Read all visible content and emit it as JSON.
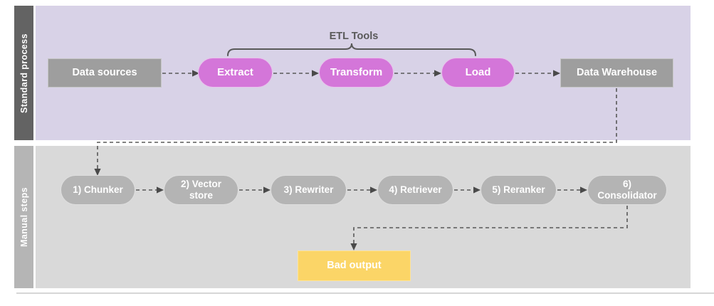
{
  "diagram": {
    "lanes": {
      "standard": {
        "label": "Standard process"
      },
      "manual": {
        "label": "Manual steps"
      }
    },
    "standard_process": {
      "data_sources": "Data sources",
      "etl_group_label": "ETL Tools",
      "extract": "Extract",
      "transform": "Transform",
      "load": "Load",
      "data_warehouse": "Data Warehouse"
    },
    "manual_steps": {
      "step1": "1) Chunker",
      "step2": "2) Vector store",
      "step3": "3) Rewriter",
      "step4": "4) Retriever",
      "step5": "5) Reranker",
      "step6": "6) Consolidator",
      "bad_output": "Bad output"
    },
    "colors": {
      "lane_standard_bg": "#d8d2e7",
      "lane_standard_sidebar": "#636363",
      "lane_manual_bg": "#d9d9d9",
      "lane_manual_sidebar": "#b5b5b5",
      "etl_pill_fill": "#d476d9",
      "gray_box_fill": "#9e9e9e",
      "manual_pill_fill": "#b4b4b4",
      "bad_output_fill": "#fbd567",
      "connector_stroke": "#595959",
      "node_text": "#ffffff"
    }
  }
}
